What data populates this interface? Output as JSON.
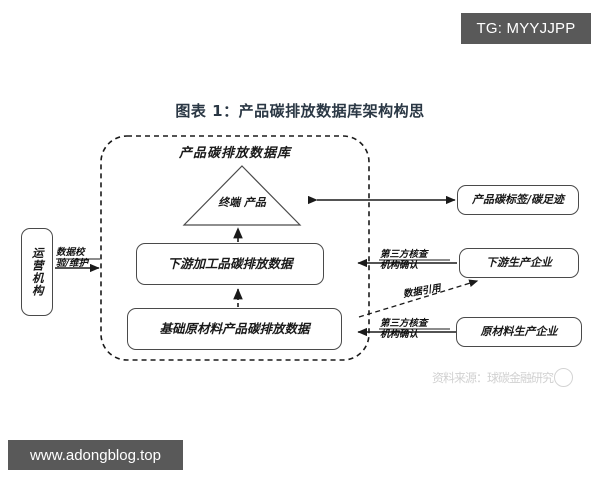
{
  "banner": {
    "tg_tag": "TG: MYYJJPP",
    "site_url": "www.adongblog.top"
  },
  "chart": {
    "title": "图表 1：产品碳排放数据库架构构思"
  },
  "diagram": {
    "container_label": "产品碳排放数据库",
    "pyramid_label": "终端\n产品",
    "nodes": {
      "downstream_data": "下游加工品碳排放数据",
      "raw_material_data": "基础原材料产品碳排放数据",
      "carbon_label": "产品碳标签/碳足迹",
      "downstream_firm": "下游生产企业",
      "raw_material_firm": "原材料生产企业",
      "operator": "运营机构"
    },
    "annotations": {
      "data_maintenance": "数据校\n验/维护",
      "verify_top": "第三方核查\n机构确认",
      "verify_bottom": "第三方核查\n机构确认",
      "data_citation": "数据引用"
    }
  },
  "watermark": {
    "text": "资料来源：球碳金融研究"
  }
}
